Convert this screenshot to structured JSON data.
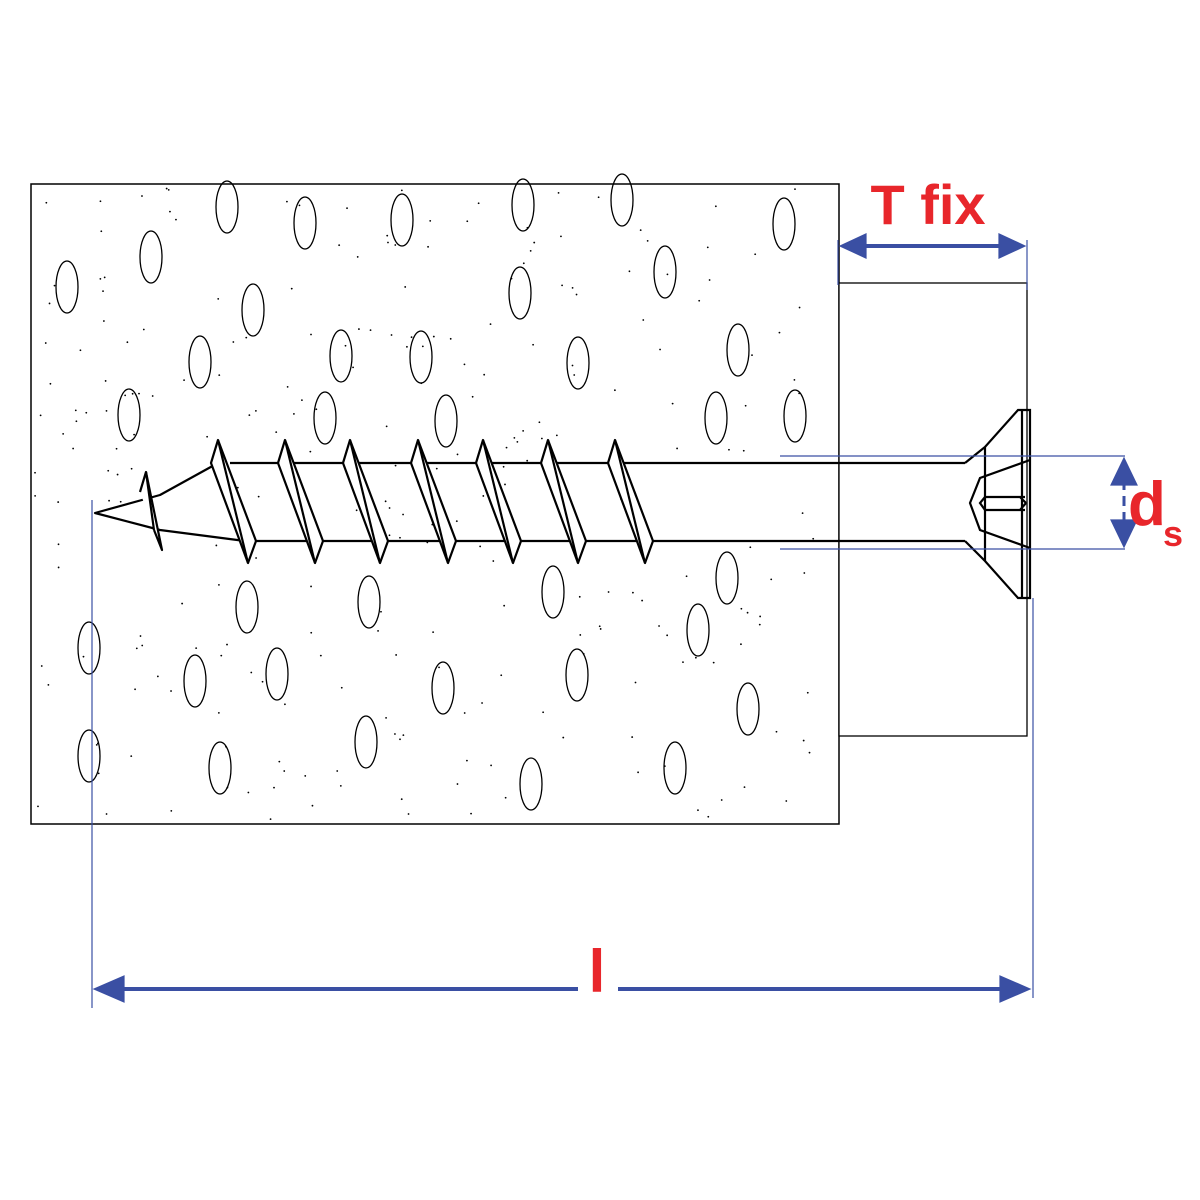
{
  "labels": {
    "thickness_fixture": "T fix",
    "diameter_main": "d",
    "diameter_sub": "s",
    "length": "l"
  },
  "colors": {
    "dimension": "#3a4fa3",
    "label": "#e8262b",
    "outline": "#000000"
  }
}
